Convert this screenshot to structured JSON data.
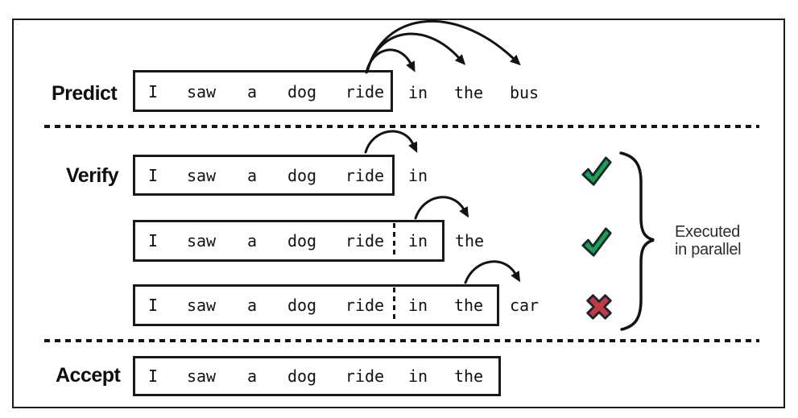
{
  "predict": {
    "label": "Predict",
    "words": [
      "I",
      "saw",
      "a",
      "dog",
      "ride"
    ],
    "predicted": [
      "in",
      "the",
      "bus"
    ]
  },
  "verify": {
    "label": "Verify",
    "rows": [
      {
        "words": [
          "I",
          "saw",
          "a",
          "dog",
          "ride"
        ],
        "draft": [],
        "next": "in",
        "result": "pass"
      },
      {
        "words": [
          "I",
          "saw",
          "a",
          "dog",
          "ride"
        ],
        "draft": [
          "in"
        ],
        "next": "the",
        "result": "pass"
      },
      {
        "words": [
          "I",
          "saw",
          "a",
          "dog",
          "ride"
        ],
        "draft": [
          "in",
          "the"
        ],
        "next": "car",
        "result": "fail"
      }
    ],
    "annotation": {
      "line1": "Executed",
      "line2": "in parallel"
    }
  },
  "accept": {
    "label": "Accept",
    "words": [
      "I",
      "saw",
      "a",
      "dog",
      "ride",
      "in",
      "the"
    ]
  },
  "icons": {
    "pass": "checkmark-icon",
    "fail": "cross-icon"
  },
  "colors": {
    "ink": "#131313",
    "check_green": "#18a24d",
    "cross_red": "#c03a40"
  }
}
